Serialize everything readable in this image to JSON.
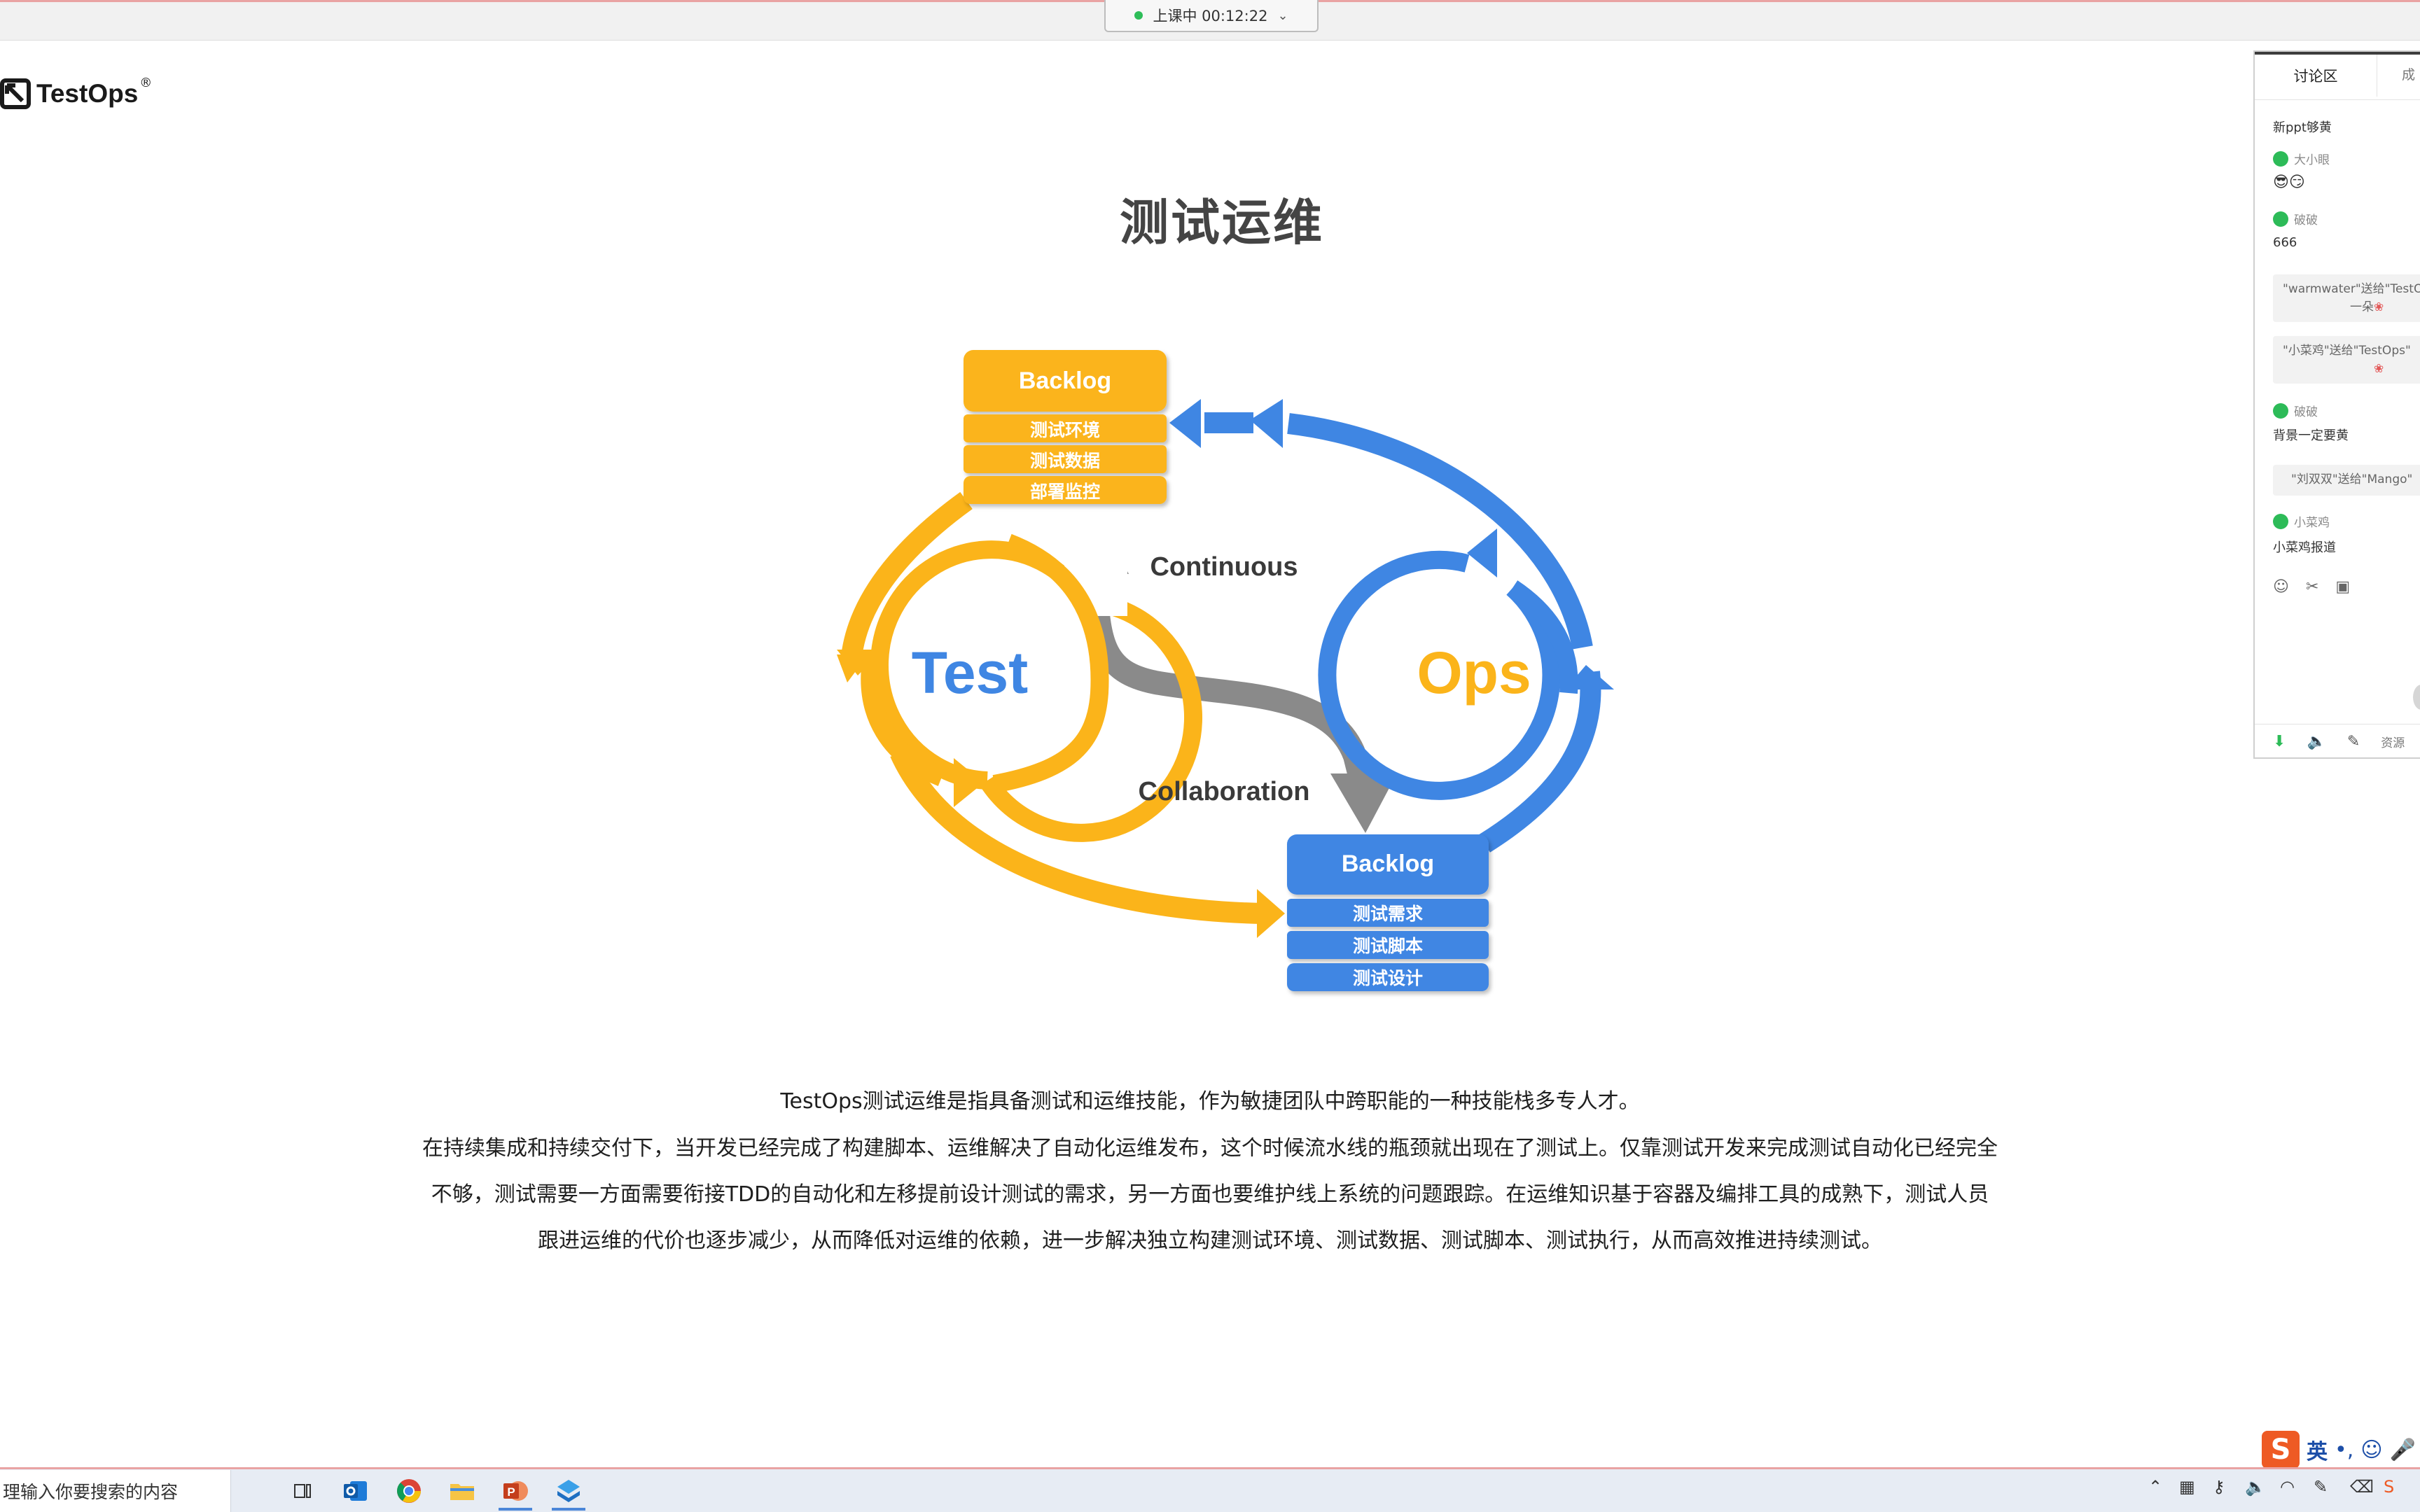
{
  "top_bar": {
    "class_status": "上课中 00:12:22"
  },
  "logo": {
    "text": "TestOps",
    "reg_mark": "®"
  },
  "slide": {
    "title": "测试运维",
    "diagram": {
      "test_label": "Test",
      "ops_label": "Ops",
      "continuous_label": "Continuous",
      "collaboration_label": "Collaboration",
      "backlog_top": {
        "title": "Backlog",
        "items": [
          "测试环境",
          "测试数据",
          "部署监控"
        ]
      },
      "backlog_bottom": {
        "title": "Backlog",
        "items": [
          "测试需求",
          "测试脚本",
          "测试设计"
        ]
      },
      "colors": {
        "test": "#FBB41A",
        "ops": "#3F86E3",
        "gray": "#8A8A8A",
        "title": "#444444"
      }
    },
    "description": [
      "TestOps测试运维是指具备测试和运维技能，作为敏捷团队中跨职能的一种技能栈多专人才。",
      "在持续集成和持续交付下，当开发已经完成了构建脚本、运维解决了自动化运维发布，这个时候流水线的瓶颈就出现在了测试上。仅靠测试开发来完成测试自动化已经完全",
      "不够，测试需要一方面需要衔接TDD的自动化和左移提前设计测试的需求，另一方面也要维护线上系统的问题跟踪。在运维知识基于容器及编排工具的成熟下，测试人员",
      "跟进运维的代价也逐步减少，从而降低对运维的依赖，进一步解决独立构建测试环境、测试数据、测试脚本、测试执行，从而高效推进持续测试。"
    ]
  },
  "chat": {
    "tabs": [
      "讨论区",
      "成"
    ],
    "messages": [
      {
        "sender": "",
        "text": "新ppt够黄"
      },
      {
        "sender": "大小眼",
        "text": "😎😏"
      },
      {
        "sender": "破破",
        "text": "666"
      },
      {
        "gift": "\"warmwater\"送给\"TestOps\"",
        "gift2": "一朵"
      },
      {
        "gift": "\"小菜鸡\"送给\"TestOps\"",
        "gift2": ""
      },
      {
        "sender": "破破",
        "text": "背景一定要黄"
      },
      {
        "gift": "\"刘双双\"送给\"Mango\"",
        "gift2": ""
      },
      {
        "sender": "小菜鸡",
        "text": "小菜鸡报道"
      }
    ],
    "flower": "❀",
    "bottom_resource_label": "资源"
  },
  "ime": {
    "logo": "S",
    "lang": "英"
  },
  "taskbar": {
    "search_text": "理输入你要搜索的内容"
  }
}
